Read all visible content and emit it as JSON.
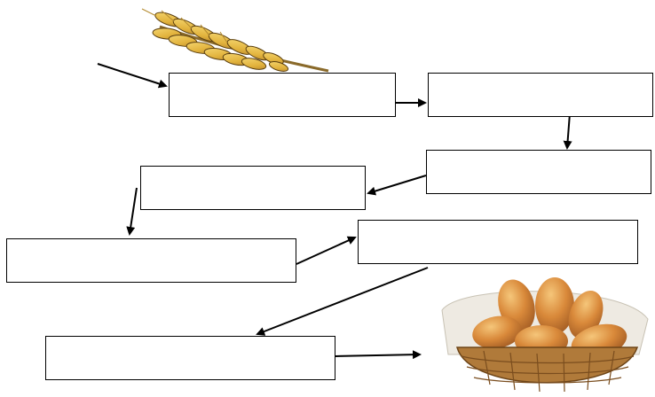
{
  "diagram": {
    "boxes": [
      {
        "id": "b1",
        "label": ""
      },
      {
        "id": "b2",
        "label": ""
      },
      {
        "id": "b3",
        "label": ""
      },
      {
        "id": "b4",
        "label": ""
      },
      {
        "id": "b5",
        "label": ""
      },
      {
        "id": "b6",
        "label": ""
      },
      {
        "id": "b7",
        "label": ""
      }
    ],
    "illustrations": {
      "start": "wheat-ear-icon",
      "end": "bread-basket-icon"
    }
  }
}
